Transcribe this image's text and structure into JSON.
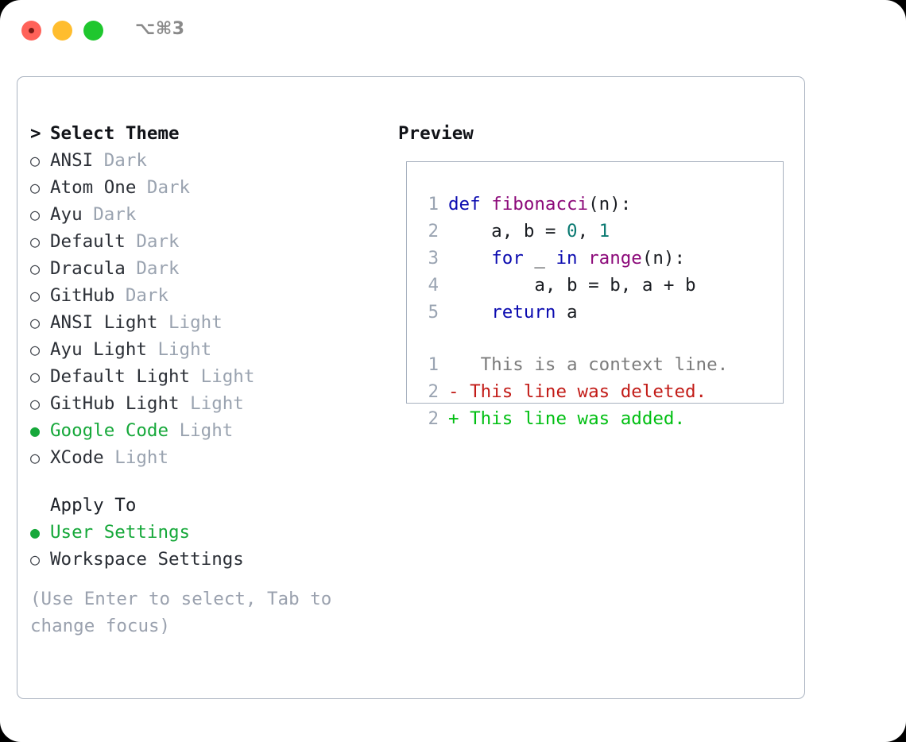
{
  "titlebar": {
    "shortcut": "⌥⌘3",
    "buttons": {
      "close": "close",
      "minimize": "minimize",
      "maximize": "maximize"
    }
  },
  "theme_picker": {
    "header": {
      "caret": ">",
      "title": "Select Theme"
    },
    "items": [
      {
        "marker": "○",
        "name": "ANSI",
        "tag": "Dark",
        "selected": false
      },
      {
        "marker": "○",
        "name": "Atom One",
        "tag": "Dark",
        "selected": false
      },
      {
        "marker": "○",
        "name": "Ayu",
        "tag": "Dark",
        "selected": false
      },
      {
        "marker": "○",
        "name": "Default",
        "tag": "Dark",
        "selected": false
      },
      {
        "marker": "○",
        "name": "Dracula",
        "tag": "Dark",
        "selected": false
      },
      {
        "marker": "○",
        "name": "GitHub",
        "tag": "Dark",
        "selected": false
      },
      {
        "marker": "○",
        "name": "ANSI Light",
        "tag": "Light",
        "selected": false
      },
      {
        "marker": "○",
        "name": "Ayu Light",
        "tag": "Light",
        "selected": false
      },
      {
        "marker": "○",
        "name": "Default Light",
        "tag": "Light",
        "selected": false
      },
      {
        "marker": "○",
        "name": "GitHub Light",
        "tag": "Light",
        "selected": false
      },
      {
        "marker": "●",
        "name": "Google Code",
        "tag": "Light",
        "selected": true
      },
      {
        "marker": "○",
        "name": "XCode",
        "tag": "Light",
        "selected": false
      }
    ]
  },
  "apply_to": {
    "title": "Apply To",
    "items": [
      {
        "marker": "●",
        "name": "User Settings",
        "selected": true
      },
      {
        "marker": "○",
        "name": "Workspace Settings",
        "selected": false
      }
    ]
  },
  "hint": "(Use Enter to select, Tab to change focus)",
  "preview": {
    "title": "Preview",
    "code_lines": [
      {
        "ln": "1",
        "tokens": [
          {
            "t": "def ",
            "c": "kw"
          },
          {
            "t": "fibonacci",
            "c": "fn"
          },
          {
            "t": "(n):",
            "c": "pl"
          }
        ]
      },
      {
        "ln": "2",
        "tokens": [
          {
            "t": "    a, b = ",
            "c": "pl"
          },
          {
            "t": "0",
            "c": "num"
          },
          {
            "t": ", ",
            "c": "pl"
          },
          {
            "t": "1",
            "c": "num"
          }
        ]
      },
      {
        "ln": "3",
        "tokens": [
          {
            "t": "    ",
            "c": "pl"
          },
          {
            "t": "for",
            "c": "kw"
          },
          {
            "t": " _ ",
            "c": "pl"
          },
          {
            "t": "in",
            "c": "kw"
          },
          {
            "t": " ",
            "c": "pl"
          },
          {
            "t": "range",
            "c": "fn"
          },
          {
            "t": "(n):",
            "c": "pl"
          }
        ]
      },
      {
        "ln": "4",
        "tokens": [
          {
            "t": "        a, b = b, a + b",
            "c": "pl"
          }
        ]
      },
      {
        "ln": "5",
        "tokens": [
          {
            "t": "    ",
            "c": "pl"
          },
          {
            "t": "return",
            "c": "kw"
          },
          {
            "t": " a",
            "c": "pl"
          }
        ]
      }
    ],
    "diff_lines": [
      {
        "ln": "1",
        "sign": " ",
        "text": "  This is a context line.",
        "kind": "ctx"
      },
      {
        "ln": "2",
        "sign": "-",
        "text": " This line was deleted.",
        "kind": "del"
      },
      {
        "ln": "2",
        "sign": "+",
        "text": " This line was added.",
        "kind": "add"
      }
    ]
  },
  "colors": {
    "accent_green": "#16a83a",
    "panel_border": "#aab3c0",
    "preview_border": "#a7b1bf",
    "muted_text": "#9aa3b0",
    "hint_text": "#9aa1ae",
    "keyword": "#0b0bb0",
    "function": "#8c0a7a",
    "number": "#0b7a72",
    "diff_deleted": "#c21b17",
    "diff_added": "#00bf12",
    "traffic_close": "#ff6259",
    "traffic_min": "#ffbd2e",
    "traffic_max": "#1fc72e"
  }
}
